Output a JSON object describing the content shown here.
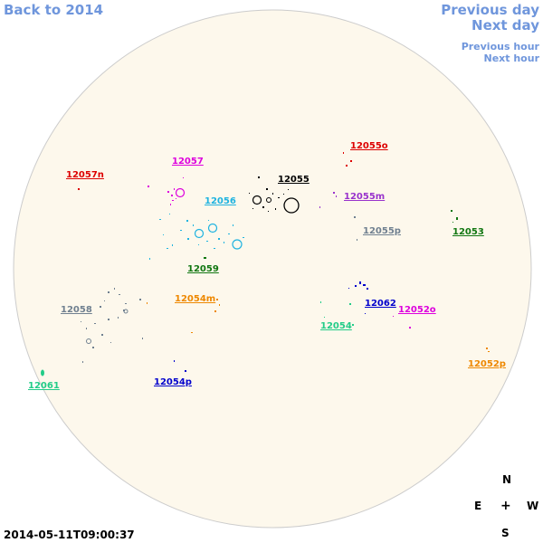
{
  "nav": {
    "back": "Back to 2014",
    "previous_day": "Previous day",
    "next_day": "Next day",
    "previous_hour": "Previous hour",
    "next_hour": "Next hour"
  },
  "colors": {
    "nav": "#6f96dc",
    "disk_fill": "#fdf8ec",
    "disk_stroke": "#cccccc"
  },
  "regions": [
    {
      "id": "12057n",
      "label": "12057n",
      "color": "#dd0000"
    },
    {
      "id": "12057",
      "label": "12057",
      "color": "#dd00dd"
    },
    {
      "id": "12055",
      "label": "12055",
      "color": "#000000"
    },
    {
      "id": "12055o",
      "label": "12055o",
      "color": "#dd0000"
    },
    {
      "id": "12055m",
      "label": "12055m",
      "color": "#9933cc"
    },
    {
      "id": "12056",
      "label": "12056",
      "color": "#1fb3e0"
    },
    {
      "id": "12055p",
      "label": "12055p",
      "color": "#708090"
    },
    {
      "id": "12053",
      "label": "12053",
      "color": "#117711"
    },
    {
      "id": "12059",
      "label": "12059",
      "color": "#117711"
    },
    {
      "id": "12054m",
      "label": "12054m",
      "color": "#ee8800"
    },
    {
      "id": "12058",
      "label": "12058",
      "color": "#708090"
    },
    {
      "id": "12062",
      "label": "12062",
      "color": "#0000cc"
    },
    {
      "id": "12052o",
      "label": "12052o",
      "color": "#dd00dd"
    },
    {
      "id": "12054",
      "label": "12054",
      "color": "#22cc88"
    },
    {
      "id": "12052p",
      "label": "12052p",
      "color": "#ee8800"
    },
    {
      "id": "12061",
      "label": "12061",
      "color": "#22cc88"
    },
    {
      "id": "12054p",
      "label": "12054p",
      "color": "#0000cc"
    }
  ],
  "compass": {
    "north": "N",
    "south": "S",
    "east": "E",
    "west": "W",
    "center": "+"
  },
  "timestamp": "2014-05-11T09:00:37"
}
